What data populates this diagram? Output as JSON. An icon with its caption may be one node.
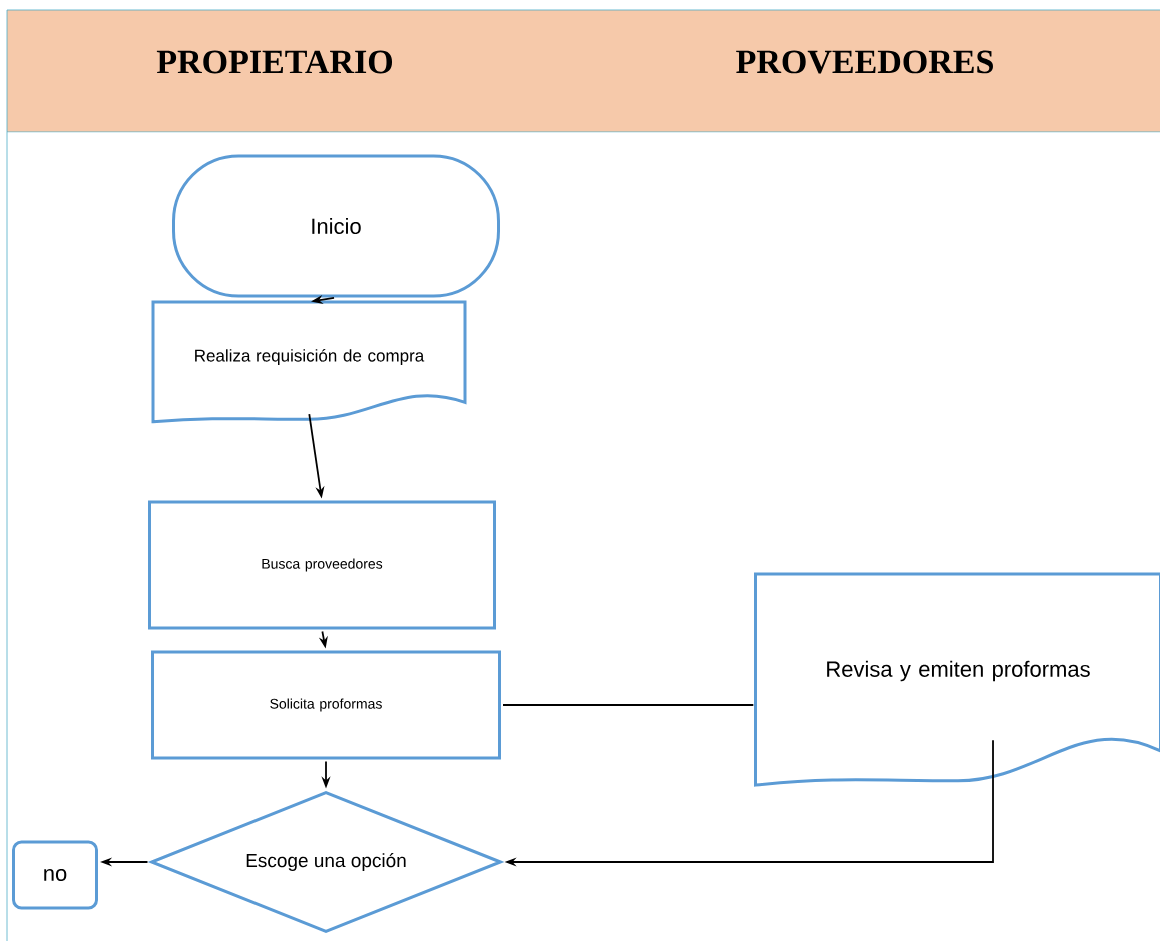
{
  "diagram": {
    "nodes": [
      {
        "text": [
          "Inicio"
        ]
      },
      {
        "text": [
          "Realiza requisición de compra"
        ]
      },
      {
        "text": [
          "Busca proveedores"
        ]
      },
      {
        "text": [
          "Solicita proformas"
        ]
      },
      {
        "text": [
          "Revisa y emiten proformas"
        ]
      },
      {
        "text": [
          "Escoge una opción"
        ]
      },
      {
        "text": [
          "no"
        ]
      }
    ],
    "edges": [
      {
        "from": 0,
        "to": 1,
        "arrow": "to"
      },
      {
        "from": 1,
        "to": 2,
        "arrow": "to"
      },
      {
        "from": 2,
        "to": 3,
        "arrow": "to"
      },
      {
        "from": 3,
        "to": 4,
        "arrow": "none"
      },
      {
        "from": 4,
        "to": 5,
        "arrow": "to"
      },
      {
        "from": 3,
        "to": 5,
        "arrow": "to"
      },
      {
        "from": 5,
        "to": 6,
        "arrow": "to"
      }
    ],
    "labels": [
      "PROPIETARIO",
      "PROVEEDORES"
    ]
  }
}
